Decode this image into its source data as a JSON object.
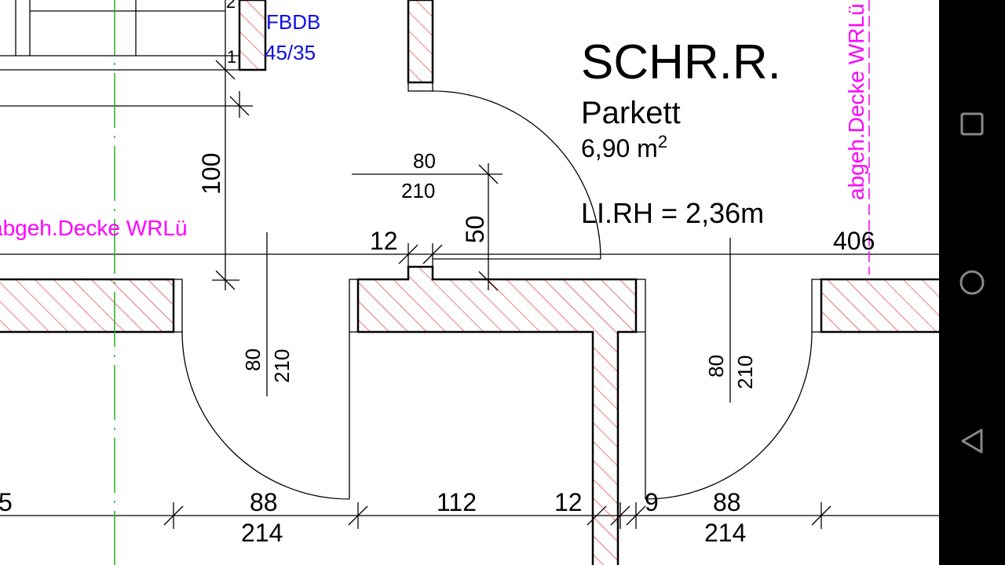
{
  "drawing": {
    "room_name": "SCHR.R.",
    "floor": "Parkett",
    "area": "6,90 m",
    "area_sup": "2",
    "room_height": "LI.RH = 2,36m",
    "window_label_1": "FBDB",
    "window_label_2": "45/35",
    "marker_2": "2",
    "marker_1": "1",
    "ceiling_note_left": "abgeh.Decke WRLü",
    "ceiling_note_right": "abgeh.Decke WRLü",
    "dim_100": "100",
    "dim_top_door_w": "80",
    "dim_top_door_h": "210",
    "dim_50": "50",
    "dim_12_top": "12",
    "dim_406": "406",
    "dim_left_door_w": "80",
    "dim_left_door_h": "210",
    "dim_right_door_w": "80",
    "dim_right_door_h": "210",
    "bottom_dims": {
      "d5": "5",
      "d88a": "88",
      "d214a": "214",
      "d112": "112",
      "d12": "12",
      "d9": "9",
      "d88b": "88",
      "d214b": "214"
    },
    "colors": {
      "hatch": "#e02020",
      "blue_text": "#1010e0",
      "magenta": "#ff00ff",
      "centerline": "#20b020"
    }
  },
  "navbar": {
    "recents": "recents-icon",
    "home": "home-icon",
    "back": "back-icon"
  }
}
